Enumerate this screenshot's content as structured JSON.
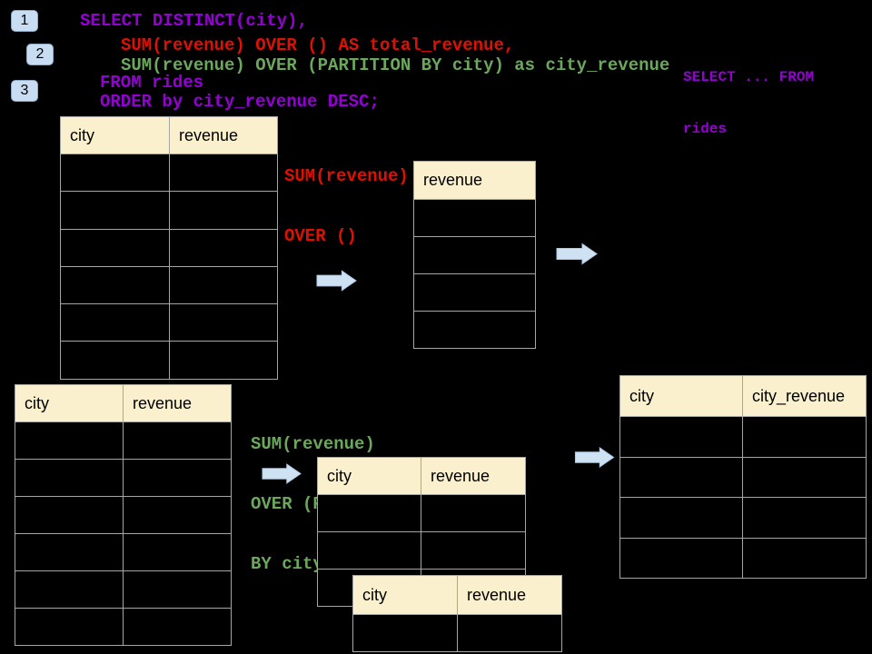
{
  "colors": {
    "background": "#000000",
    "purple": "#9400D3",
    "red": "#E01000",
    "green": "#6CA85C",
    "table_header_bg": "#FBF0CE",
    "table_border": "#A6A6A6",
    "arrow_fill": "#CFE2F3",
    "arrow_border": "#AFC9E4",
    "badge_bg": "#C9DDF2",
    "badge_border": "#8FA9C7"
  },
  "badges": {
    "step1": "1",
    "step2": "2",
    "step3": "3"
  },
  "sql": {
    "line1": "SELECT DISTINCT(city),",
    "line2": "SUM(revenue) OVER () AS total_revenue,",
    "line3": "SUM(revenue) OVER (PARTITION BY city) as city_revenue",
    "line4": "FROM rides",
    "line5": "ORDER by city_revenue DESC;"
  },
  "side_note": {
    "line1": "SELECT ... FROM",
    "line2": "rides"
  },
  "annotations": {
    "total_window": {
      "line1": "SUM(revenue)",
      "line2": "OVER ()"
    },
    "partition_window": {
      "line1": "SUM(revenue)",
      "line2": "OVER (PARTITION",
      "line3": "BY city)"
    }
  },
  "tables": {
    "source_top": {
      "headers": [
        "city",
        "revenue"
      ],
      "empty_rows": 6
    },
    "total_revenue": {
      "headers": [
        "revenue"
      ],
      "empty_rows": 4
    },
    "source_bottom": {
      "headers": [
        "city",
        "revenue"
      ],
      "empty_rows": 6
    },
    "partition_input": {
      "headers": [
        "city",
        "revenue"
      ],
      "empty_rows": 3
    },
    "partition_overlay": {
      "headers": [
        "city",
        "revenue"
      ],
      "empty_rows": 1
    },
    "city_revenue_result": {
      "headers": [
        "city",
        "city_revenue"
      ],
      "empty_rows": 4
    }
  }
}
